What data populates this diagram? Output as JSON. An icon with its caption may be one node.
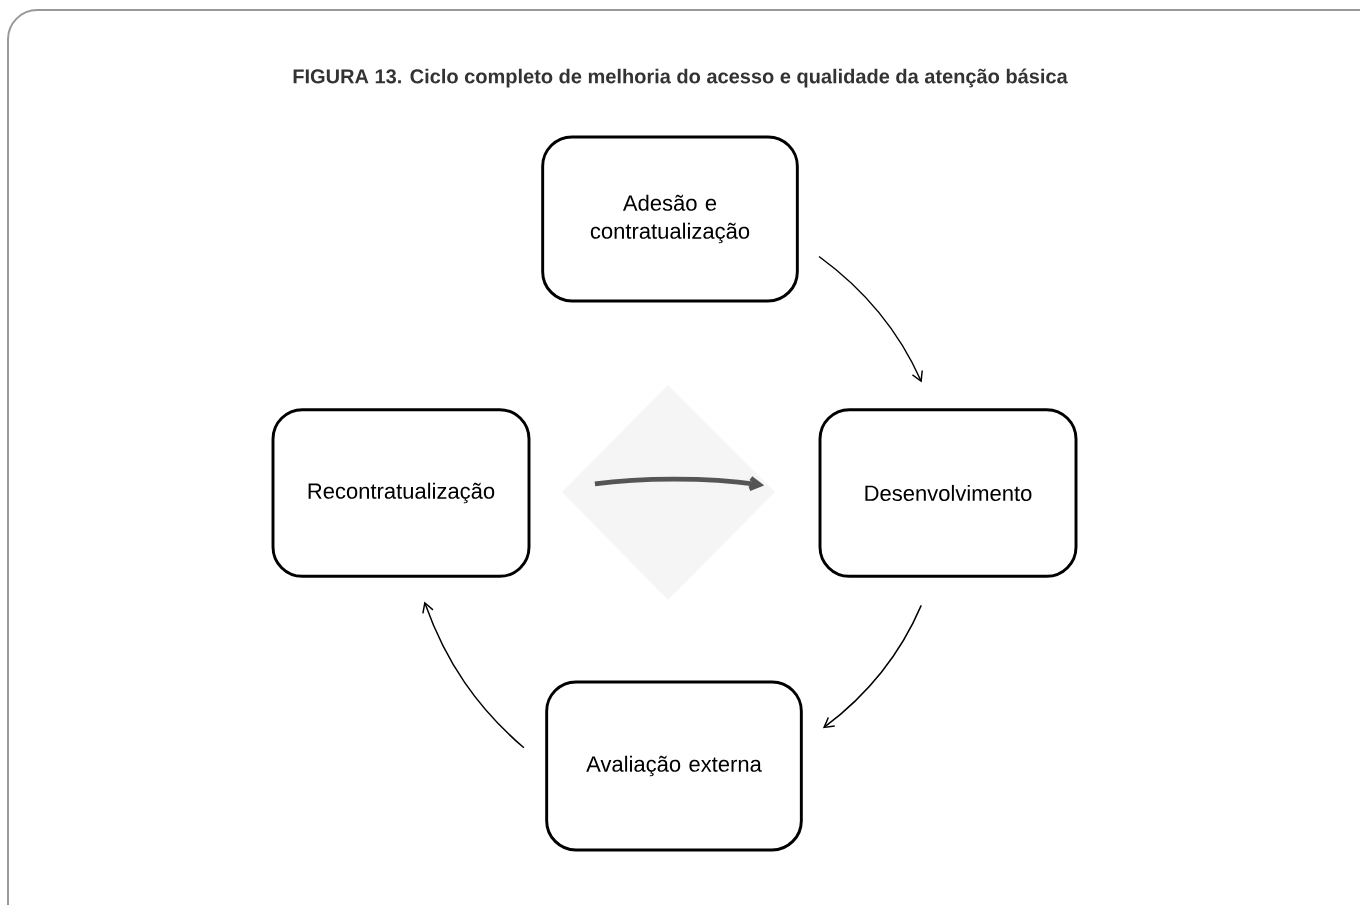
{
  "diagram": {
    "title": "FIGURA 13.  Ciclo completo de melhoria do acesso e qualidade da atenção básica",
    "nodes": [
      {
        "text": [
          "Adesão e contratualização"
        ]
      },
      {
        "text": [
          "Desenvolvimento"
        ]
      },
      {
        "text": [
          "Avaliação externa"
        ]
      },
      {
        "text": [
          "Recontratualização"
        ]
      }
    ],
    "edges": [
      {
        "from": 0,
        "to": 1,
        "arrow": "to"
      },
      {
        "from": 1,
        "to": 2,
        "arrow": "to"
      },
      {
        "from": 2,
        "to": 3,
        "arrow": "to"
      },
      {
        "from": 3,
        "to": 1,
        "arrow": "to",
        "style": "thick",
        "color": "#555555"
      }
    ]
  }
}
